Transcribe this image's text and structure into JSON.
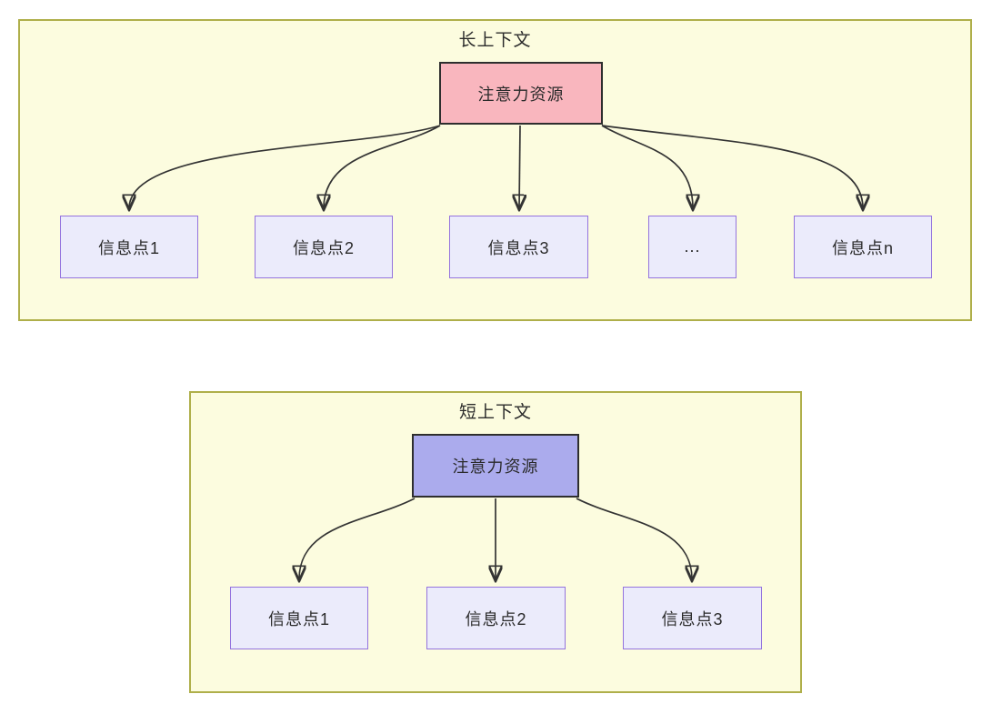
{
  "colors": {
    "panel_fill": "#FCFCDF",
    "panel_border": "#AFAF4A",
    "long_attention_fill": "#F9B6BE",
    "short_attention_fill": "#ABABED",
    "info_fill": "#EBEBFB",
    "info_border": "#9473DE",
    "node_border_dark": "#2E2E2E",
    "arrow": "#333333"
  },
  "long_context": {
    "title": "长上下文",
    "attention_label": "注意力资源",
    "info_points": [
      {
        "label": "信息点1"
      },
      {
        "label": "信息点2"
      },
      {
        "label": "信息点3"
      },
      {
        "label": "..."
      },
      {
        "label": "信息点n"
      }
    ]
  },
  "short_context": {
    "title": "短上下文",
    "attention_label": "注意力资源",
    "info_points": [
      {
        "label": "信息点1"
      },
      {
        "label": "信息点2"
      },
      {
        "label": "信息点3"
      }
    ]
  }
}
